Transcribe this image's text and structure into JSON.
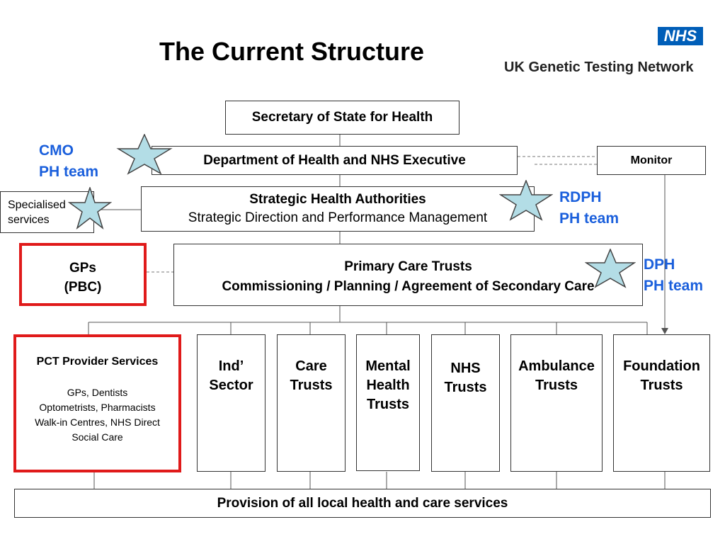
{
  "title": "The Current Structure",
  "logo": {
    "nhs_text": "NHS",
    "network_text": "UK Genetic Testing Network",
    "brand_color": "#005eb8"
  },
  "boxes": {
    "secretary": "Secretary of State for Health",
    "doh": "Department of Health and NHS Executive",
    "monitor": "Monitor",
    "specialised": {
      "line1": "Specialised",
      "line2": "services"
    },
    "sha": {
      "line1": "Strategic Health Authorities",
      "line2": "Strategic Direction and Performance Management"
    },
    "gps": {
      "line1": "GPs",
      "line2": "(PBC)"
    },
    "pct": {
      "line1": "Primary Care Trusts",
      "line2": "Commissioning / Planning / Agreement of Secondary Care"
    },
    "pct_provider": {
      "title": "PCT Provider Services",
      "lines": [
        "GPs, Dentists",
        "Optometrists, Pharmacists",
        "Walk-in Centres, NHS Direct",
        "Social Care"
      ]
    },
    "providers": [
      {
        "lines": [
          "Ind’",
          "Sector"
        ]
      },
      {
        "lines": [
          "Care",
          "Trusts"
        ]
      },
      {
        "lines": [
          "Mental",
          "Health",
          "Trusts"
        ]
      },
      {
        "lines": [
          "NHS",
          "Trusts"
        ]
      },
      {
        "lines": [
          "Ambulance",
          "Trusts"
        ]
      },
      {
        "lines": [
          "Foundation",
          "Trusts"
        ]
      }
    ],
    "provision": "Provision of all local health and care services"
  },
  "annotations": {
    "cmo": {
      "line1": "CMO",
      "line2": "PH team"
    },
    "rdph": {
      "line1": "RDPH",
      "line2": "PH team"
    },
    "dph": {
      "line1": "DPH",
      "line2": "PH team"
    },
    "color": "#1a5fdc"
  },
  "colors": {
    "star_fill": "#b3dde6",
    "highlight_border": "#e01a1a"
  }
}
